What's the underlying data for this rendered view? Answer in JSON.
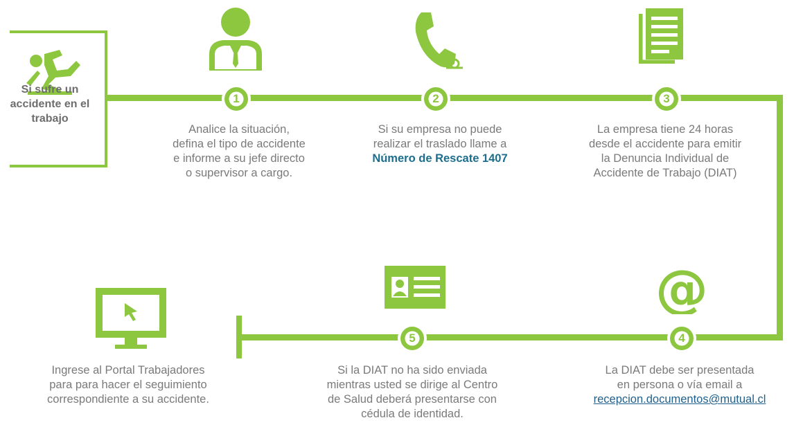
{
  "start": {
    "lines": [
      "Si sufre un",
      "accidente en el",
      "trabajo"
    ]
  },
  "steps": [
    {
      "number": "1",
      "icon": "supervisor-person-icon",
      "lines": [
        "Analice la situación,",
        "defina el tipo de accidente",
        "e informe a su jefe directo",
        "o supervisor a cargo."
      ]
    },
    {
      "number": "2",
      "icon": "telephone-icon",
      "lines": [
        "Si su empresa no puede",
        "realizar el traslado llame a"
      ],
      "highlight": "Número de Rescate 1407"
    },
    {
      "number": "3",
      "icon": "document-icon",
      "lines": [
        "La empresa tiene 24 horas",
        "desde el accidente para emitir",
        "la Denuncia Individual de",
        "Accidente de Trabajo (DIAT)"
      ]
    },
    {
      "number": "4",
      "icon": "at-sign-icon",
      "lines": [
        "La DIAT debe ser presentada",
        "en persona o vía email a"
      ],
      "email": "recepcion.documentos@mutual.cl"
    },
    {
      "number": "5",
      "icon": "id-card-icon",
      "lines": [
        "Si la DIAT no ha sido enviada",
        "mientras usted se dirige al Centro",
        "de Salud deberá presentarse con",
        "cédula de identidad."
      ]
    }
  ],
  "final": {
    "icon": "computer-monitor-icon",
    "lines": [
      "Ingrese al Portal Trabajadores",
      "para para hacer el seguimiento",
      "correspondiente a su accidente."
    ]
  },
  "colors": {
    "accent": "#8dc63f",
    "text": "#7a7a7a",
    "highlight": "#1c6e8c",
    "link": "#1f5f8b"
  }
}
